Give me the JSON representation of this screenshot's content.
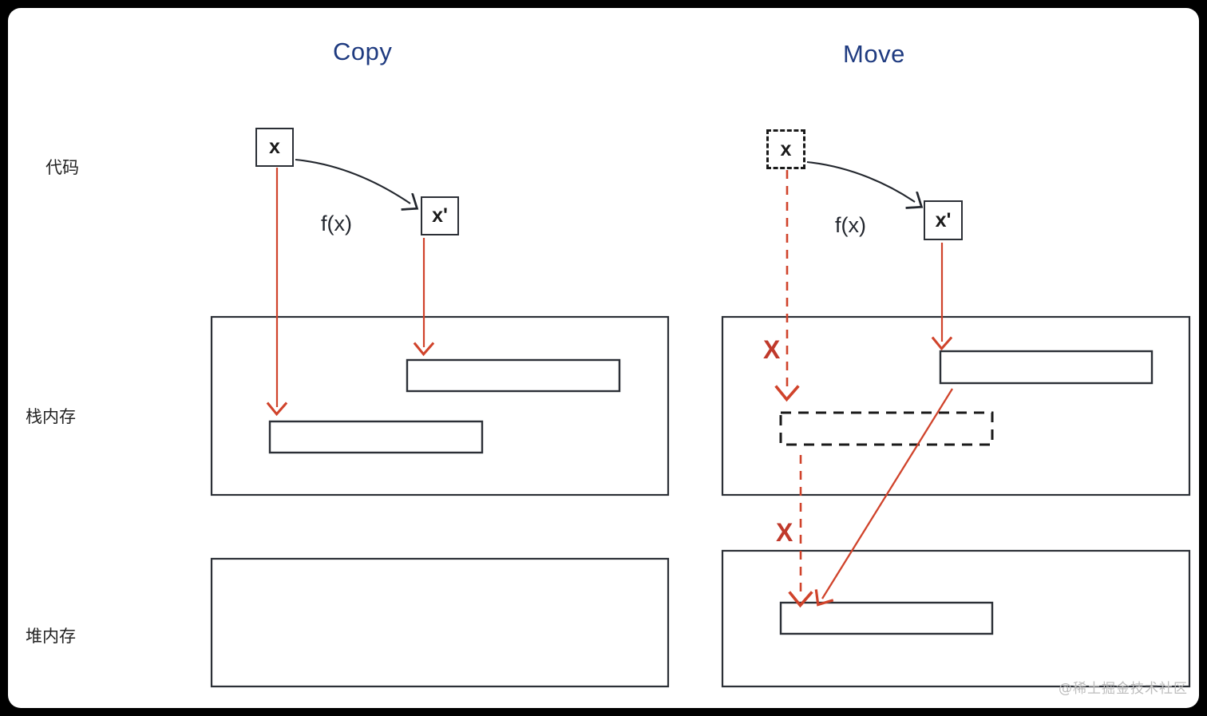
{
  "diagram": {
    "columns": [
      {
        "key": "copy",
        "title": "Copy"
      },
      {
        "key": "move",
        "title": "Move"
      }
    ],
    "row_labels": {
      "code": "代码",
      "stack": "栈内存",
      "heap": "堆内存"
    },
    "copy": {
      "source_var": "x",
      "result_var": "x'",
      "function_label": "f(x)",
      "source_box_style": "solid",
      "stack_slots": 2,
      "heap_slots": 0
    },
    "move": {
      "source_var": "x",
      "result_var": "x'",
      "function_label": "f(x)",
      "source_box_style": "dashed",
      "invalid_marks": [
        "X",
        "X"
      ],
      "stack_slots": 2,
      "heap_slots": 1
    },
    "colors": {
      "title": "#1f3b80",
      "arrow_red": "#d0432b",
      "arrow_black": "#23272e",
      "box_border": "#2b2f36",
      "frame": "#000000",
      "canvas": "#ffffff"
    },
    "watermark": "@稀土掘金技术社区"
  }
}
